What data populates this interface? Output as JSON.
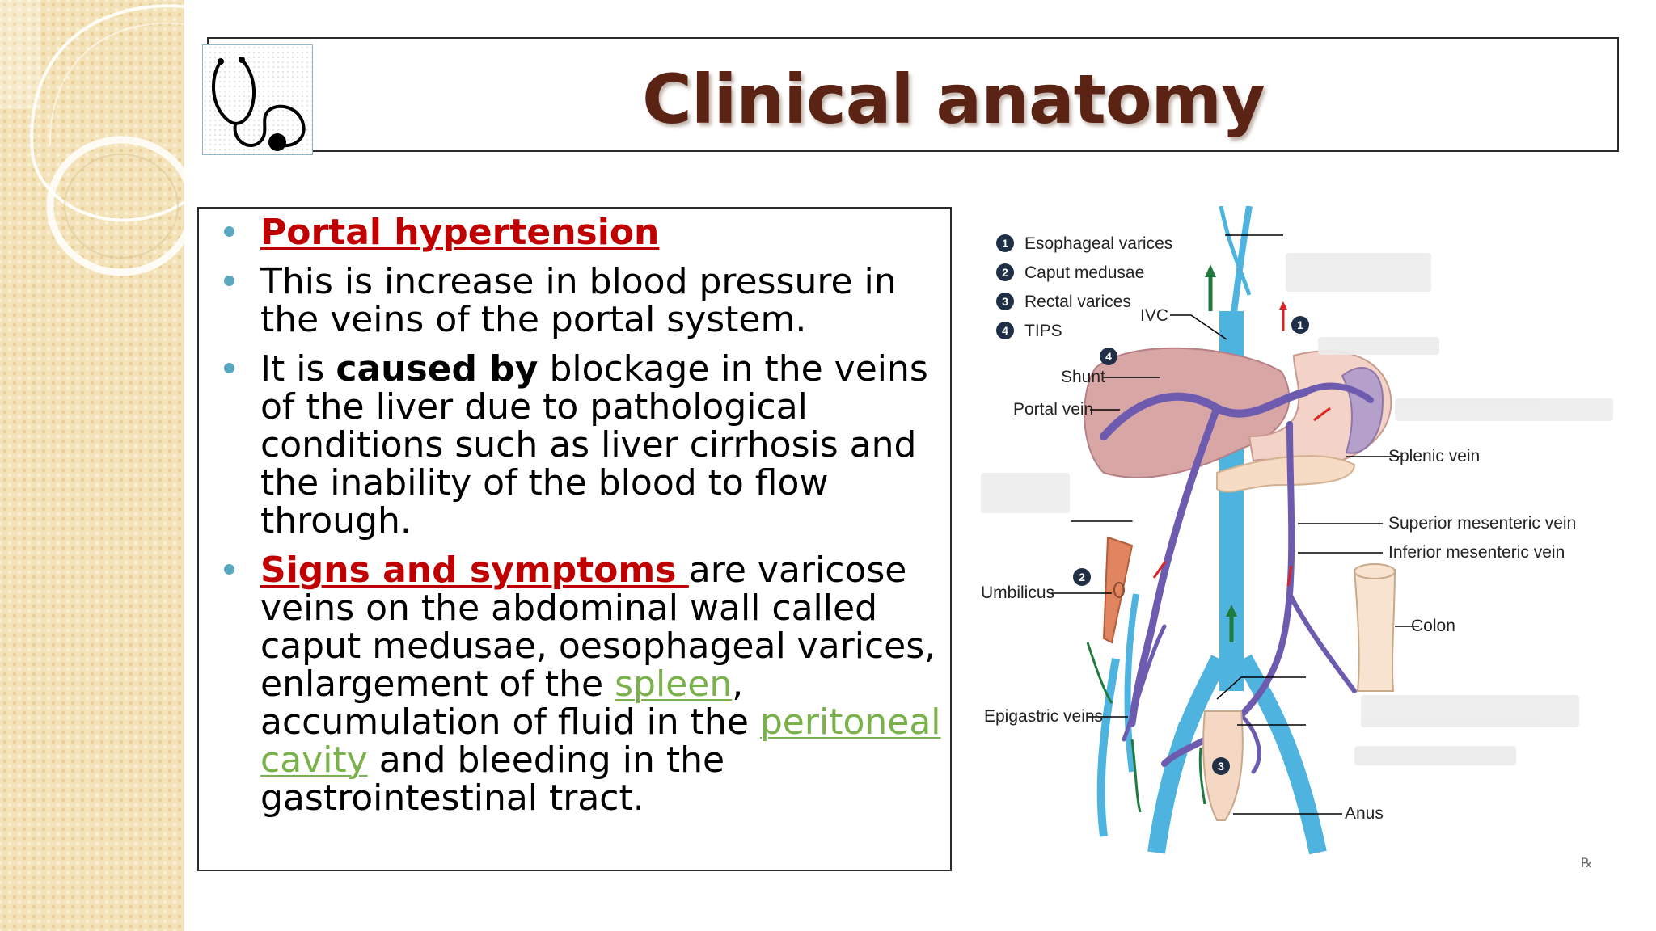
{
  "title": "Clinical anatomy",
  "bullets": {
    "b1_heading": "Portal hypertension",
    "b2_text": "This is increase in blood pressure in the veins of the portal system.",
    "b3_text1": "It is ",
    "b3_bold": "caused by",
    "b3_text2": " blockage in the veins of the liver due to pathological conditions such as liver cirrhosis and the inability of the blood to flow through.",
    "b4_heading": "Signs and symptoms ",
    "b4_text1": "are varicose veins on the abdominal wall called caput medusae, oesophageal varices, enlargement of the ",
    "b4_link_spleen": "spleen",
    "b4_text2": ", accumulation of fluid in the ",
    "b4_link_peritoneal": "peritoneal cavity",
    "b4_text3": " and bleeding in the gastrointestinal tract."
  },
  "diagram": {
    "legend": [
      {
        "num": "1",
        "label": "Esophageal varices"
      },
      {
        "num": "2",
        "label": "Caput medusae"
      },
      {
        "num": "3",
        "label": "Rectal varices"
      },
      {
        "num": "4",
        "label": "TIPS"
      }
    ],
    "labels": {
      "ivc": "IVC",
      "shunt": "Shunt",
      "portal_vein": "Portal vein",
      "splenic_vein": "Splenic vein",
      "superior_mesenteric": "Superior mesenteric vein",
      "inferior_mesenteric": "Inferior mesenteric vein",
      "umbilicus": "Umbilicus",
      "colon": "Colon",
      "epigastric": "Epigastric veins",
      "anus": "Anus"
    },
    "markers": {
      "m1": "1",
      "m2": "2",
      "m3": "3",
      "m4": "4"
    },
    "corner_mark": "℞"
  },
  "colors": {
    "title": "#5a2313",
    "heading_red": "#c00000",
    "link_green": "#79b24a",
    "bullet_dot": "#5aa7c2",
    "vein_blue": "#4fb3e0",
    "portal_purple": "#6d5bb0",
    "liver": "#d9a6a6"
  }
}
